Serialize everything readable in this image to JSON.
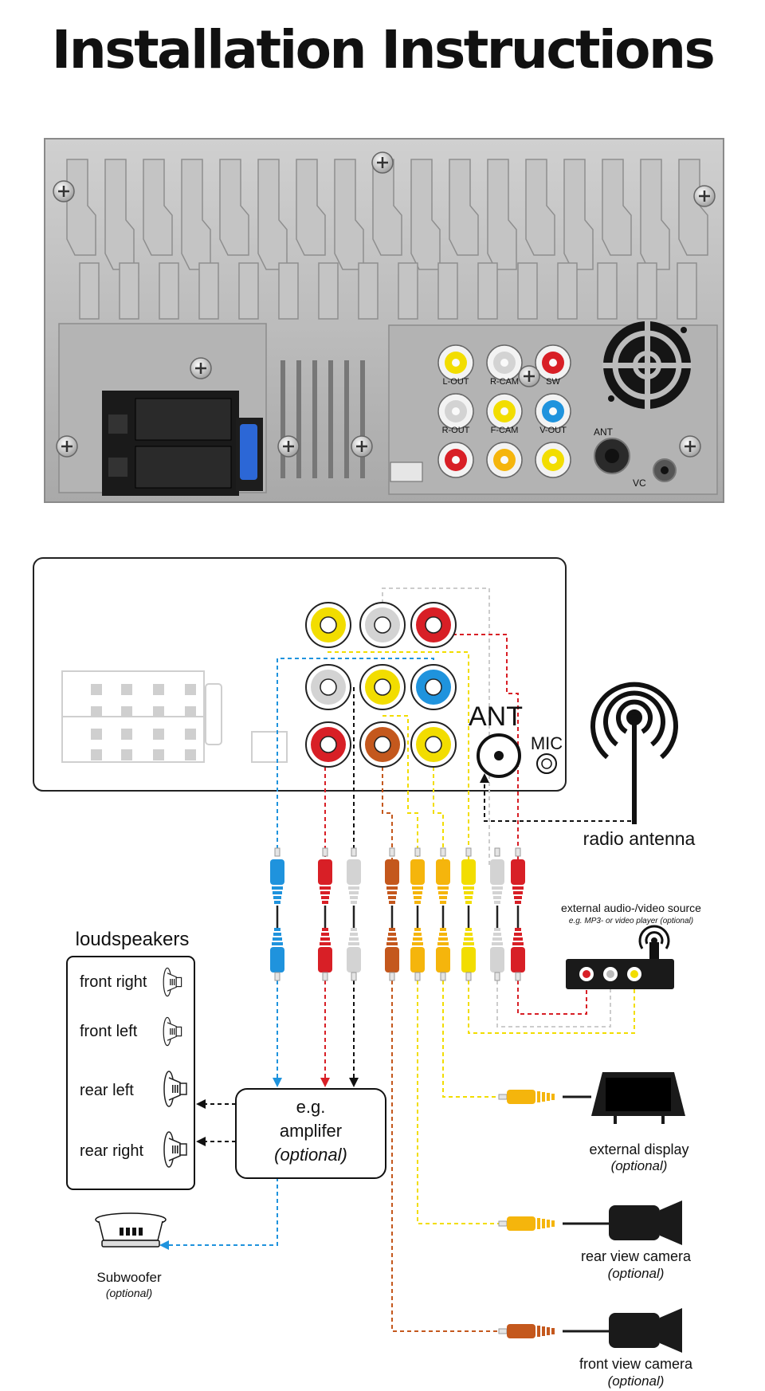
{
  "title": "Installation Instructions",
  "colors": {
    "yellow": "#f2dd00",
    "white": "#d3d3d3",
    "red": "#d81f26",
    "blue": "#1f93dd",
    "orange": "#c4581d",
    "camera_yellow": "#f5b50c",
    "panel": "#bdbdbd"
  },
  "back_panel": {
    "port_labels": [
      "L-OUT",
      "R-CAM",
      "SW",
      "R-OUT",
      "F-CAM",
      "V-OUT"
    ],
    "ant": "ANT",
    "vc": "VC"
  },
  "diagram": {
    "ant": "ANT",
    "mic": "MIC",
    "radio_antenna": "radio antenna",
    "ext_source": "external audio-/video source",
    "ext_source_sub": "e.g. MP3- or video player (optional)",
    "loudspeakers": "loudspeakers",
    "speakers": [
      "front right",
      "front left",
      "rear left",
      "rear right"
    ],
    "amp_line1": "e.g.",
    "amp_line2": "amplifer",
    "amp_line3": "(optional)",
    "subwoofer": "Subwoofer",
    "subwoofer_opt": "(optional)",
    "ext_display": "external display",
    "ext_display_opt": "(optional)",
    "rear_cam": "rear view camera",
    "rear_cam_opt": "(optional)",
    "front_cam": "front view camera",
    "front_cam_opt": "(optional)"
  }
}
